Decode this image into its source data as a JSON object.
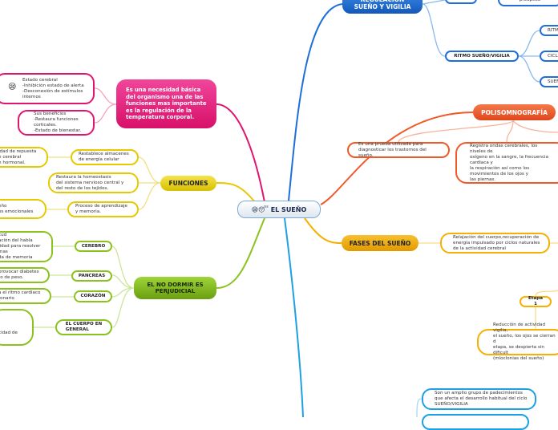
{
  "center": {
    "label": "EL SUEÑO",
    "icons": [
      "yawning-face-icon",
      "sleeping-face-icon"
    ]
  },
  "pink": {
    "main": "Es una necesidad básica\n del organismo una de las funciones mas importante es la regulación de la temperatura corporal.",
    "children": [
      "Estado cerebral\n-Inhibición estado de alerta\n-Desconexión de estímulos internos",
      "Sus beneficios\n-Restaura funciones corticales.\n-Estado de bienestar."
    ]
  },
  "funciones": {
    "label": "FUNCIONES",
    "children": [
      "Restablece almacenes\nde energía celular",
      "Restaura la homeostasis\ndel sistema nervioso central y\ndel resto de los tejidos.",
      "Proceso de aprendizaje\ny memoria."
    ],
    "leaves": [
      "idad de repuesta\nn cerebral\nn hormonal.",
      "eño\nos emocionales"
    ]
  },
  "no_dormir": {
    "label": "EL NO DORMIR ES\nPERJUDICIAL",
    "children": [
      "CEREBRO",
      "PANCREAS",
      "CORAZÓN",
      "EL CUERPO EN\nGENERAL"
    ],
    "leaves": [
      "cud\nación del habla\nlidad para resolver\nmas\nda de memoria",
      "provocar diabetes\nto de peso.",
      "a el ritmo cardiaco\nronario",
      ".\n\ncidad de"
    ]
  },
  "regulacion": {
    "label": "REGULACIÓN\nSUEÑO Y VIGILIA",
    "top_leaf": "preóptico",
    "ritmo": "RITMO SUEÑO/VIGILIA",
    "ritmo_children": [
      "RITM",
      "CICL",
      "SUEÑ"
    ]
  },
  "polisomnografia": {
    "label": "POLISOMNOGRAFÍA",
    "children": [
      "Es una prueba utilizada para\ndiagnosticar los trastornos del sueño.",
      "Registra ondas cerebrales, los\nniveles de\noxígeno en la sangre, la frecuencia\ncardiaca y\nla respiración así como los\nmovimientos de los ojos y\nlas piernas."
    ]
  },
  "fases": {
    "label": "FASES DEL SUEÑO",
    "child": "Relajación del cuerpo,recuperación de\nenergía impulsado por ciclos naturales\nde la actividad cerebral",
    "etapa": "Etapa 1",
    "etapa_child": "Reducción de actividad vigilia,\nel sueño, los ojos se cierran d\netapa, se despierta sin dificult\n(mioclonias del sueño)"
  },
  "trastornos": {
    "children": [
      "Son un amplio grupo de padecimientos\nque afecta el desarrollo habitual del ciclo\nSUEÑO/VIGILIA",
      ""
    ]
  }
}
